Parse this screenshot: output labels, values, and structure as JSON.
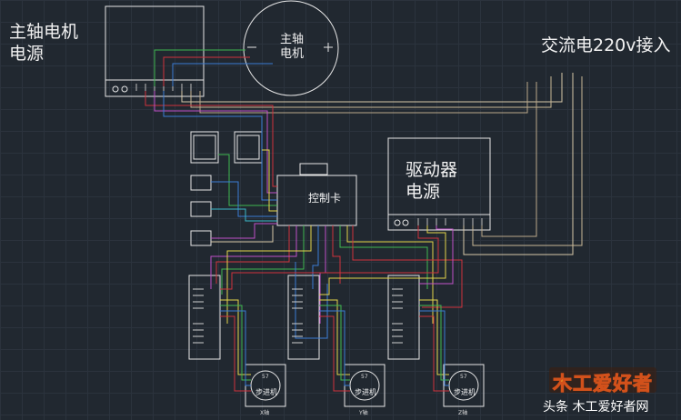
{
  "labels": {
    "spindle_power": "主轴电机\n电源",
    "spindle_motor": "主轴\n电机",
    "ac_input": "交流电220v接入",
    "driver_power": "驱动器\n电源",
    "control_card": "控制卡",
    "stepper_x": "步进机",
    "stepper_y": "步进机",
    "stepper_z": "步进机",
    "motor_size": "57",
    "axis_x": "X轴",
    "axis_y": "Y轴",
    "axis_z": "Z轴"
  },
  "watermark": {
    "logo": "木工爱好者",
    "caption": "头条 木工爱好者网"
  },
  "colors": {
    "background": "#212830",
    "outline": "#e6e6e6",
    "wire_red": "#d0323c",
    "wire_green": "#3fb950",
    "wire_yellow": "#e3d44a",
    "wire_magenta": "#c050c8",
    "wire_blue": "#3a7bd5",
    "wire_beige": "#d8c8a8",
    "wire_cyan": "#3ab7c8"
  }
}
